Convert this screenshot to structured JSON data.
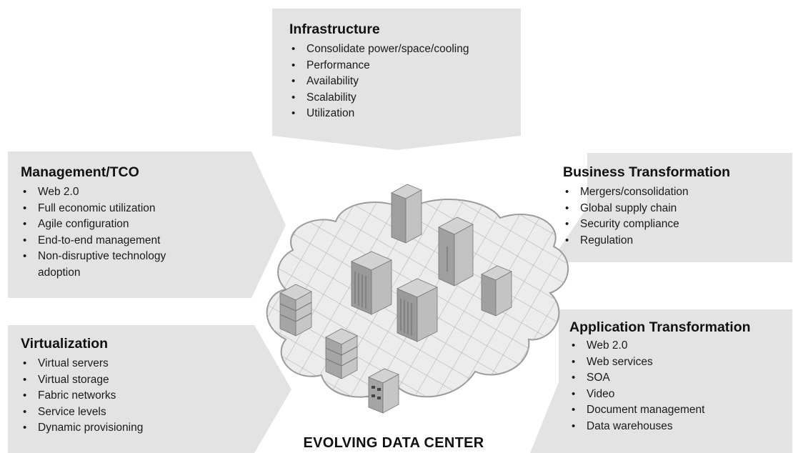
{
  "panels": {
    "infrastructure": {
      "title": "Infrastructure",
      "items": [
        "Consolidate power/space/cooling",
        "Performance",
        "Availability",
        "Scalability",
        "Utilization"
      ]
    },
    "management": {
      "title": "Management/TCO",
      "items": [
        "Web 2.0",
        "Full economic utilization",
        "Agile configuration",
        "End-to-end management",
        "Non-disruptive technology adoption"
      ]
    },
    "business": {
      "title": "Business Transformation",
      "items": [
        "Mergers/consolidation",
        "Global supply chain",
        "Security compliance",
        "Regulation"
      ]
    },
    "virtualization": {
      "title": "Virtualization",
      "items": [
        "Virtual servers",
        "Virtual storage",
        "Fabric networks",
        "Service levels",
        "Dynamic provisioning"
      ]
    },
    "application": {
      "title": "Application Transformation",
      "items": [
        "Web 2.0",
        "Web services",
        "SOA",
        "Video",
        "Document management",
        "Data warehouses"
      ]
    }
  },
  "center_caption": "EVOLVING DATA CENTER",
  "colors": {
    "panel_fill": "#e3e3e3",
    "cloud_fill": "#ececec",
    "server_light": "#c4c4c4",
    "server_mid": "#9b9b9b",
    "server_dark": "#7d7d7d"
  }
}
